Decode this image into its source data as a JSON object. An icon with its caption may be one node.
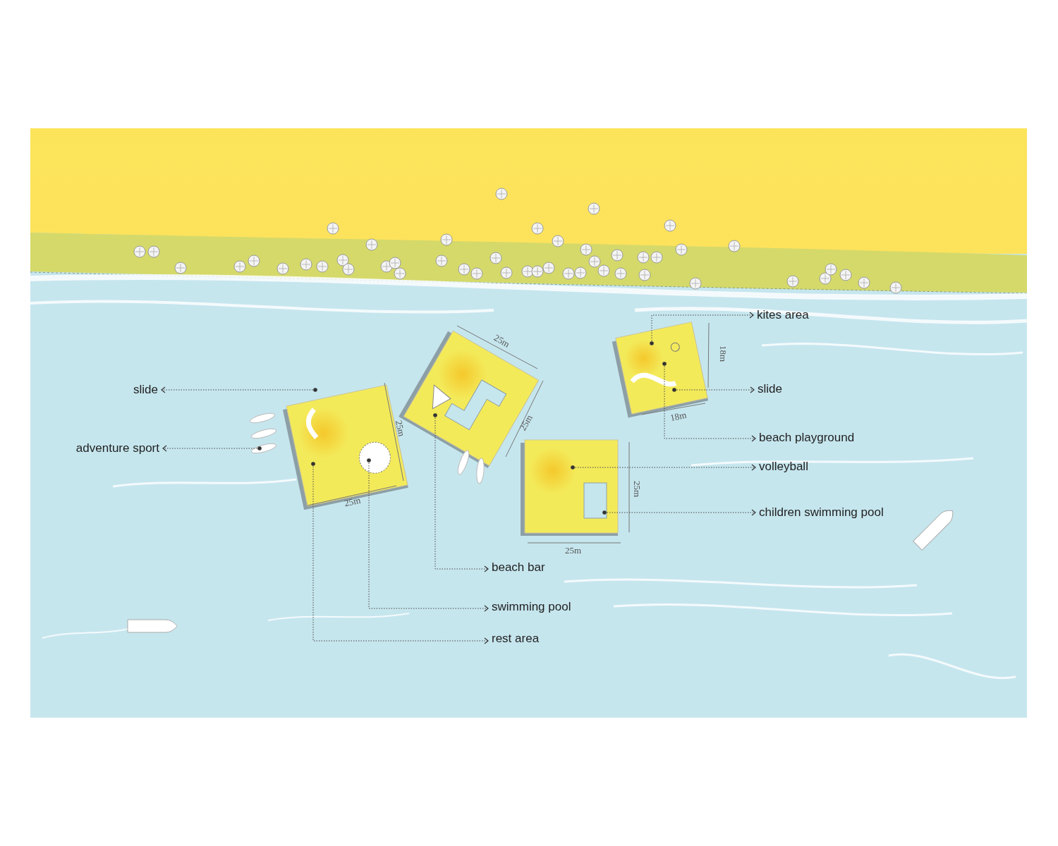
{
  "diagram": {
    "nodes": [
      {
        "text": [
          "kites area"
        ]
      },
      {
        "text": [
          "slide"
        ]
      },
      {
        "text": [
          "beach playground"
        ]
      },
      {
        "text": [
          "volleyball"
        ]
      },
      {
        "text": [
          "children swimming pool"
        ]
      },
      {
        "text": [
          "slide"
        ]
      },
      {
        "text": [
          "adventure sport"
        ]
      },
      {
        "text": [
          "beach bar"
        ]
      },
      {
        "text": [
          "swimming pool"
        ]
      },
      {
        "text": [
          "rest area"
        ]
      }
    ],
    "edges": [
      {
        "from": null,
        "to": 0,
        "arrow": "to"
      },
      {
        "from": null,
        "to": 1,
        "arrow": "to"
      },
      {
        "from": null,
        "to": 2,
        "arrow": "to"
      },
      {
        "from": null,
        "to": 3,
        "arrow": "to"
      },
      {
        "from": null,
        "to": 4,
        "arrow": "to"
      },
      {
        "from": null,
        "to": 5,
        "arrow": "to"
      },
      {
        "from": null,
        "to": 6,
        "arrow": "to"
      },
      {
        "from": null,
        "to": 7,
        "arrow": "to"
      },
      {
        "from": null,
        "to": 8,
        "arrow": "to"
      },
      {
        "from": null,
        "to": 9,
        "arrow": "to"
      }
    ],
    "labels": [
      "25m",
      "18m",
      "18m",
      "25m",
      "25m",
      "25m",
      "25m",
      "25m"
    ]
  }
}
